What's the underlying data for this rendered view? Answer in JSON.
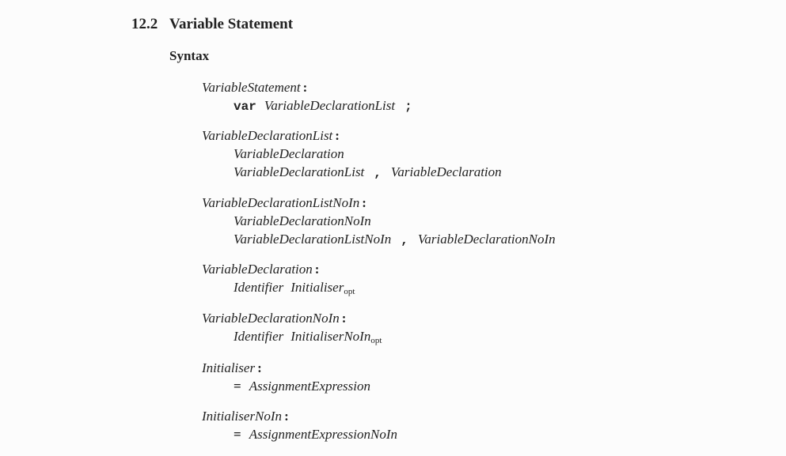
{
  "section": {
    "number": "12.2",
    "title": "Variable Statement"
  },
  "subheading": "Syntax",
  "productions": [
    {
      "lhs": "VariableStatement",
      "colon": ":",
      "rhs": [
        {
          "kw": "var",
          "nt1": "VariableDeclarationList",
          "punct": ";"
        }
      ]
    },
    {
      "lhs": "VariableDeclarationList",
      "colon": ":",
      "rhs": [
        {
          "nt1": "VariableDeclaration"
        },
        {
          "nt1": "VariableDeclarationList",
          "punct": ",",
          "nt2": "VariableDeclaration"
        }
      ]
    },
    {
      "lhs": "VariableDeclarationListNoIn",
      "colon": ":",
      "rhs": [
        {
          "nt1": "VariableDeclarationNoIn"
        },
        {
          "nt1": "VariableDeclarationListNoIn",
          "punct": ",",
          "nt2": "VariableDeclarationNoIn"
        }
      ]
    },
    {
      "lhs": "VariableDeclaration",
      "colon": ":",
      "rhs": [
        {
          "nt1": "Identifier",
          "nt2": "Initialiser",
          "sub": "opt"
        }
      ]
    },
    {
      "lhs": "VariableDeclarationNoIn",
      "colon": ":",
      "rhs": [
        {
          "nt1": "Identifier",
          "nt2": "InitialiserNoIn",
          "sub": "opt"
        }
      ]
    },
    {
      "lhs": "Initialiser",
      "colon": ":",
      "rhs": [
        {
          "op": "=",
          "nt1": "AssignmentExpression"
        }
      ]
    },
    {
      "lhs": "InitialiserNoIn",
      "colon": ":",
      "rhs": [
        {
          "op": "=",
          "nt1": "AssignmentExpressionNoIn"
        }
      ]
    }
  ]
}
